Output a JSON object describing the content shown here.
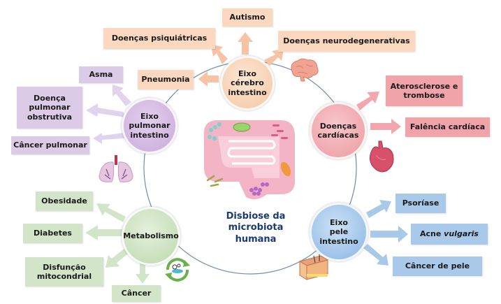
{
  "center": {
    "title_line1": "Disbiose da",
    "title_line2": "microbiota humana"
  },
  "axes": {
    "brain": {
      "label": [
        "Eixo",
        "cérebro",
        "intestino"
      ],
      "color": "#f5c6a2",
      "outcomes": [
        "Autismo",
        "Doenças psiquiátricas",
        "Doenças neurodegenerativas",
        "Pneumonia"
      ]
    },
    "lung": {
      "label": [
        "Eixo",
        "pulmonar",
        "intestino"
      ],
      "color": "#c9a9dc",
      "outcomes": [
        "Asma",
        [
          "Doença",
          "pulmonar",
          "obstrutiva"
        ],
        "Câncer pulmonar"
      ]
    },
    "heart": {
      "label": [
        "Doenças",
        "cardíacas"
      ],
      "color": "#ec9aa1",
      "outcomes": [
        [
          "Aterosclerose e",
          "trombose"
        ],
        "Falência cardíaca"
      ]
    },
    "metabolism": {
      "label": "Metabolismo",
      "color": "#bcd9ae",
      "outcomes": [
        "Obesidade",
        "Diabetes",
        [
          "Disfunção",
          "mitocondrial"
        ],
        "Câncer"
      ]
    },
    "skin": {
      "label": [
        "Eixo",
        "pele",
        "intestino"
      ],
      "color": "#8ab5e3",
      "outcomes": [
        "Psoríase",
        "Acne",
        "vulgaris",
        "Câncer de pele"
      ]
    }
  },
  "icons": [
    "brain-icon",
    "lungs-icon",
    "heart-icon",
    "metabolism-cycle-icon",
    "skin-layers-icon",
    "intestine-microbiota-icon"
  ]
}
